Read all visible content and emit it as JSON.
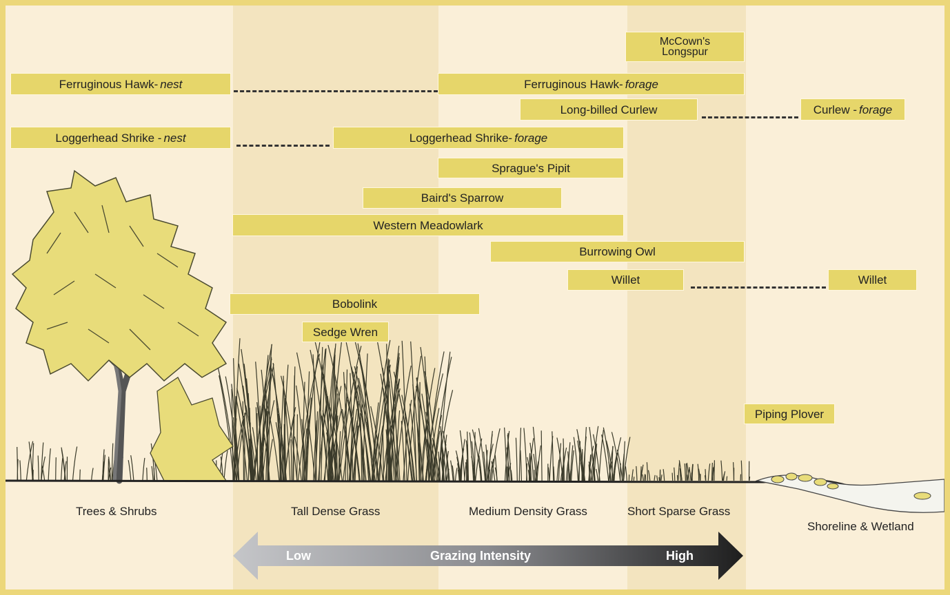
{
  "colors": {
    "box_fill": "#e6d66a",
    "band_light": "#faefd8",
    "band_dark": "#f3e4bf",
    "frame": "#ecd77a",
    "illustration_yellow": "#e8dc7a",
    "arrow_low": "#c5c6c9",
    "arrow_high": "#1e1e1e"
  },
  "birds": {
    "mccowns_longspur": {
      "line1": "McCown's",
      "line2": "Longspur"
    },
    "ferruginous_nest": {
      "name": "Ferruginous Hawk-",
      "note": "nest"
    },
    "ferruginous_forage": {
      "name": "Ferruginous Hawk-",
      "note": "forage"
    },
    "long_billed_curlew": "Long-billed Curlew",
    "curlew_forage": {
      "name": "Curlew -",
      "note": "forage"
    },
    "shrike_nest": {
      "name": "Loggerhead Shrike -",
      "note": "nest"
    },
    "shrike_forage": {
      "name": "Loggerhead Shrike-",
      "note": "forage"
    },
    "spragues_pipit": "Sprague's Pipit",
    "bairds_sparrow": "Baird's Sparrow",
    "western_meadowlark": "Western Meadowlark",
    "burrowing_owl": "Burrowing Owl",
    "willet": "Willet",
    "willet_shore": "Willet",
    "bobolink": "Bobolink",
    "sedge_wren": "Sedge Wren",
    "piping_plover": "Piping Plover"
  },
  "habitats": {
    "trees_shrubs": "Trees & Shrubs",
    "tall_dense": "Tall Dense Grass",
    "medium_density": "Medium Density Grass",
    "short_sparse": "Short Sparse Grass",
    "shoreline_wetland": "Shoreline & Wetland"
  },
  "grazing": {
    "low": "Low",
    "title": "Grazing Intensity",
    "high": "High"
  }
}
